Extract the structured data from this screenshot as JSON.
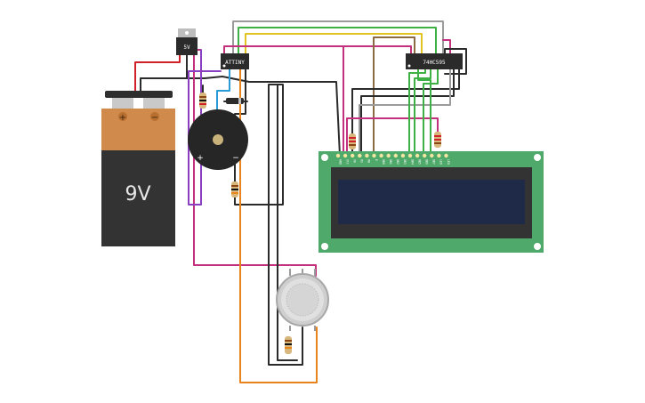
{
  "components": {
    "battery": {
      "label": "9V",
      "plus": "+",
      "minus": "−"
    },
    "regulator": {
      "label": "5V"
    },
    "attiny": {
      "label": "ATTINY"
    },
    "shift_register": {
      "label": "74HC595"
    },
    "buzzer": {
      "plus": "+",
      "minus": "−"
    },
    "lcd": {
      "pin_labels": [
        "GND",
        "VCC",
        "V0",
        "RS",
        "RW",
        "E",
        "DB0",
        "DB1",
        "DB2",
        "DB3",
        "DB4",
        "DB5",
        "DB6",
        "DB7",
        "LED",
        "LED"
      ]
    }
  },
  "colors": {
    "battery_top": "#d08a4b",
    "battery_body": "#333333",
    "lcd_board": "#4ea96a",
    "lcd_screen": "#1e2a48",
    "wire_red": "#d0202a",
    "wire_black": "#2b2b2b",
    "wire_magenta": "#c2307e",
    "wire_green": "#3fb044",
    "wire_yellow": "#e2c420",
    "wire_gray": "#9b9b9b",
    "wire_orange": "#e8841c",
    "wire_blue": "#2a9bd6",
    "wire_purple": "#8a3fc2",
    "wire_brown": "#8b6a46"
  }
}
